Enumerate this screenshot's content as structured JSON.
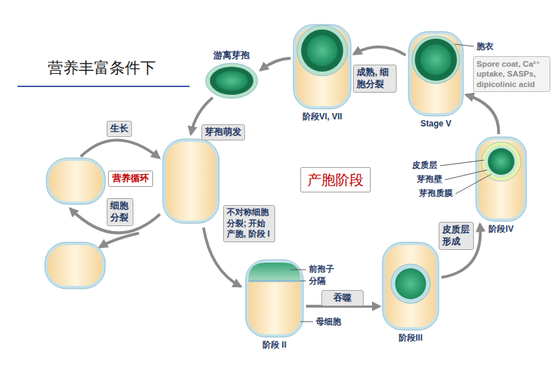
{
  "diagram": {
    "title": "营养丰富条件下",
    "nodes": [
      {
        "text": [
          "游离芽孢"
        ]
      },
      {
        "text": [
          "阶段VI, VII"
        ]
      },
      {
        "text": [
          "Stage V"
        ]
      },
      {
        "text": [
          "Spore coat, Ca²⁺ uptake, SASPs, dipicolinic acid"
        ]
      },
      {
        "text": [
          "生长"
        ]
      },
      {
        "text": [
          "芽孢萌发"
        ]
      },
      {
        "text": [
          "营养循环"
        ]
      },
      {
        "text": [
          "产胞阶段"
        ]
      },
      {
        "text": [
          "细胞 分裂"
        ]
      },
      {
        "text": [
          "阶段IV"
        ]
      },
      {
        "text": [
          "不对称细胞 分裂; 开始 产胞, 阶段 I"
        ]
      },
      {
        "text": [
          "阶段 II"
        ]
      },
      {
        "text": [
          "阶段III"
        ]
      }
    ],
    "edges": [
      {
        "from": 11,
        "to": 12,
        "arrow": "to",
        "label": "吞噬"
      },
      {
        "from": 12,
        "to": 9,
        "arrow": "to",
        "label": "皮质层 形成"
      },
      {
        "from": 9,
        "to": 2,
        "arrow": "to"
      },
      {
        "from": 2,
        "to": 1,
        "arrow": "to",
        "label": "成熟, 细胞分裂"
      },
      {
        "from": 1,
        "to": 0,
        "arrow": "to"
      }
    ],
    "labels": [
      "胞衣",
      "皮质层",
      "芽孢壁",
      "芽孢质膜",
      "前孢子",
      "分隔",
      "母细胞"
    ]
  }
}
